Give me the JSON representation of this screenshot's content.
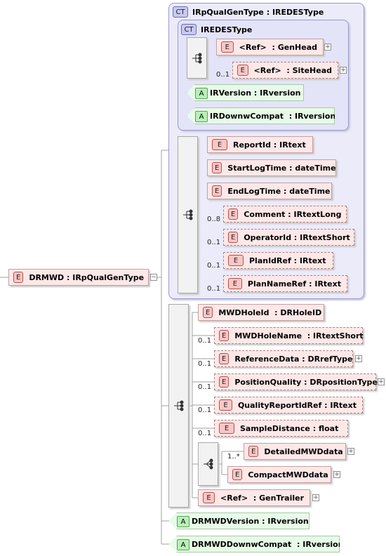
{
  "badges": {
    "ct": "CT",
    "element": "E",
    "attribute": "A"
  },
  "root": {
    "name": "DRMWD",
    "type": "IRpQualGenType",
    "sep": ":"
  },
  "ct_outer": {
    "name": "IRpQualGenType",
    "type": "IREDESType",
    "sep": ":"
  },
  "ct_inner": {
    "name": "IREDESType"
  },
  "gen_head": {
    "name": "<Ref>",
    "type": "GenHead",
    "sep": ":"
  },
  "site_head": {
    "name": "<Ref>",
    "type": "SiteHead",
    "sep": ":",
    "card": "0..1"
  },
  "ir_version": {
    "name": "IRVersion",
    "type": "IRversion",
    "sep": ":"
  },
  "ir_downw": {
    "name": "IRDownwCompat",
    "type": "IRversion",
    "sep": ":"
  },
  "report_id": {
    "name": "ReportId",
    "type": "IRtext",
    "sep": ":"
  },
  "start_log": {
    "name": "StartLogTime",
    "type": "dateTime",
    "sep": ":"
  },
  "end_log": {
    "name": "EndLogTime",
    "type": "dateTime",
    "sep": ":"
  },
  "comment": {
    "name": "Comment",
    "type": "IRtextLong",
    "sep": ":",
    "card": "0..8"
  },
  "operator": {
    "name": "OperatorId",
    "type": "IRtextShort",
    "sep": ":",
    "card": "0..1"
  },
  "plan_id": {
    "name": "PlanIdRef",
    "type": "IRtext",
    "sep": ":",
    "card": "0..1"
  },
  "plan_name": {
    "name": "PlanNameRef",
    "type": "IRtext",
    "sep": ":",
    "card": "0..1"
  },
  "hole_id": {
    "name": "MWDHoleId",
    "type": "DRHoleID",
    "sep": ":"
  },
  "hole_name": {
    "name": "MWDHoleName",
    "type": "IRtextShort",
    "sep": ":",
    "card": "0..1"
  },
  "ref_data": {
    "name": "ReferenceData",
    "type": "DRrefType",
    "sep": ":",
    "card": "0..1"
  },
  "pos_quality": {
    "name": "PositionQuality",
    "type": "DRpositionType",
    "sep": ":",
    "card": "0..1"
  },
  "quality_report": {
    "name": "QualityReportIdRef",
    "type": "IRtext",
    "sep": ":",
    "card": "0..1"
  },
  "sample_dist": {
    "name": "SampleDistance",
    "type": "float",
    "sep": ":",
    "card": "0..1"
  },
  "choice_card": "1..*",
  "detailed": {
    "name": "DetailedMWDdata"
  },
  "compact": {
    "name": "CompactMWDdata"
  },
  "gen_trailer": {
    "name": "<Ref>",
    "type": "GenTrailer",
    "sep": ":"
  },
  "drmwd_version": {
    "name": "DRMWDVersion",
    "type": "IRversion",
    "sep": ":"
  },
  "drmwd_downw": {
    "name": "DRMWDDownwCompat",
    "type": "IRversion",
    "sep": ":"
  },
  "expander_plus": "+",
  "expander_minus": "−"
}
